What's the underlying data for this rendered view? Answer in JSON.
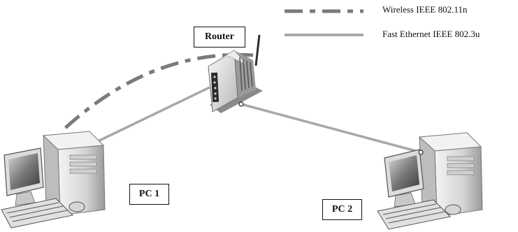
{
  "legend": {
    "items": [
      {
        "label": "Wireless IEEE 802.11n",
        "style": "dash-dot",
        "color": "#7a7a7a"
      },
      {
        "label": "Fast Ethernet IEEE 802.3u",
        "style": "solid",
        "color": "#a8a8a8"
      }
    ]
  },
  "nodes": {
    "router": {
      "label": "Router"
    },
    "pc1": {
      "label": "PC 1"
    },
    "pc2": {
      "label": "PC 2"
    }
  },
  "links": [
    {
      "from": "Router",
      "to": "PC 1",
      "type": "Wireless IEEE 802.11n"
    },
    {
      "from": "Router",
      "to": "PC 1",
      "type": "Fast Ethernet IEEE 802.3u"
    },
    {
      "from": "Router",
      "to": "PC 2",
      "type": "Fast Ethernet IEEE 802.3u"
    }
  ],
  "colors": {
    "wireless": "#7a7a7a",
    "ethernet": "#a8a8a8",
    "device_dark": "#3a3a3a",
    "device_light": "#e6e6e6"
  }
}
